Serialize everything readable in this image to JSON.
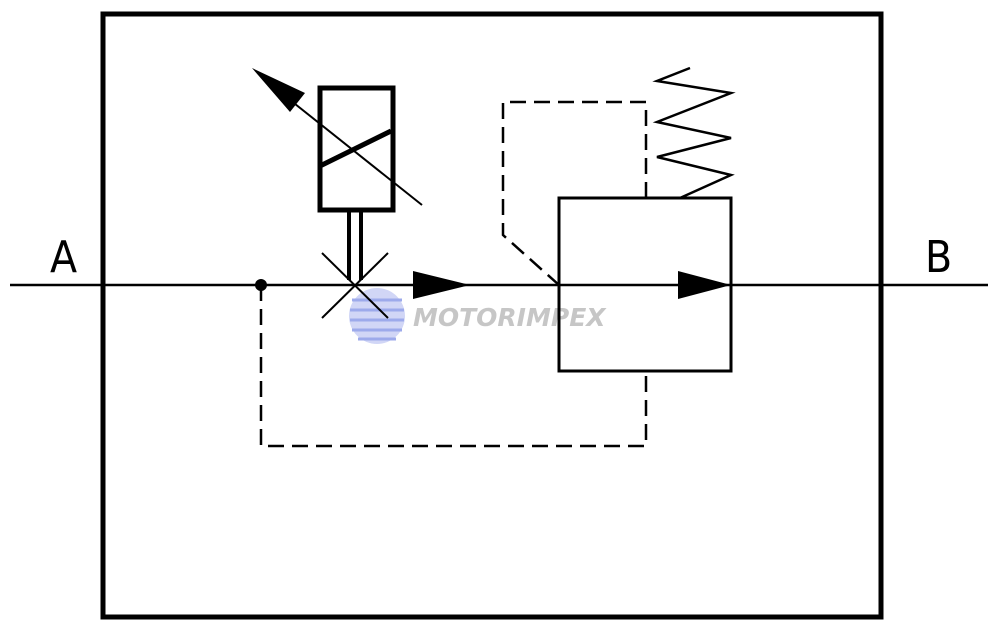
{
  "diagram": {
    "port_a_label": "A",
    "port_b_label": "B",
    "watermark": "MOTORIMPEX",
    "colors": {
      "line": "#000000",
      "watermark_text": "#bdbdbd",
      "watermark_globe": "#9aa8ee"
    }
  }
}
